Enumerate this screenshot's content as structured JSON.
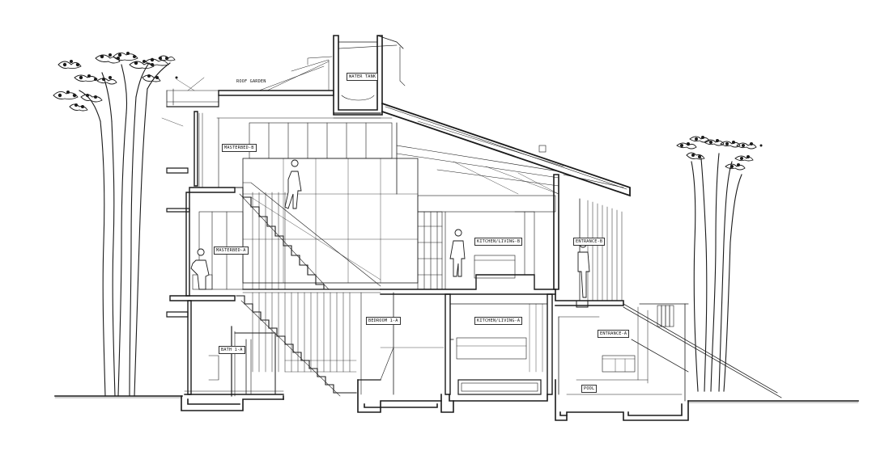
{
  "drawing": {
    "type": "architectural-section",
    "line_color": "#1a1a1a",
    "background": "#ffffff"
  },
  "labels": {
    "roof_garden": "ROOF GARDEN",
    "water_tank": "WATER TANK",
    "masterbed_b": "MASTERBED-B",
    "masterbed_a": "MASTERBED-A",
    "kitchen_living_b": "KITCHEN/LIVING-B",
    "kitchen_living_a": "KITCHEN/LIVING-A",
    "entrance_b": "ENTRANCE-B",
    "entrance_a": "ENTRANCE-A",
    "bedroom_1a": "BEDROOM 1-A",
    "bath_1a": "BATH 1-A",
    "pool": "POOL"
  }
}
